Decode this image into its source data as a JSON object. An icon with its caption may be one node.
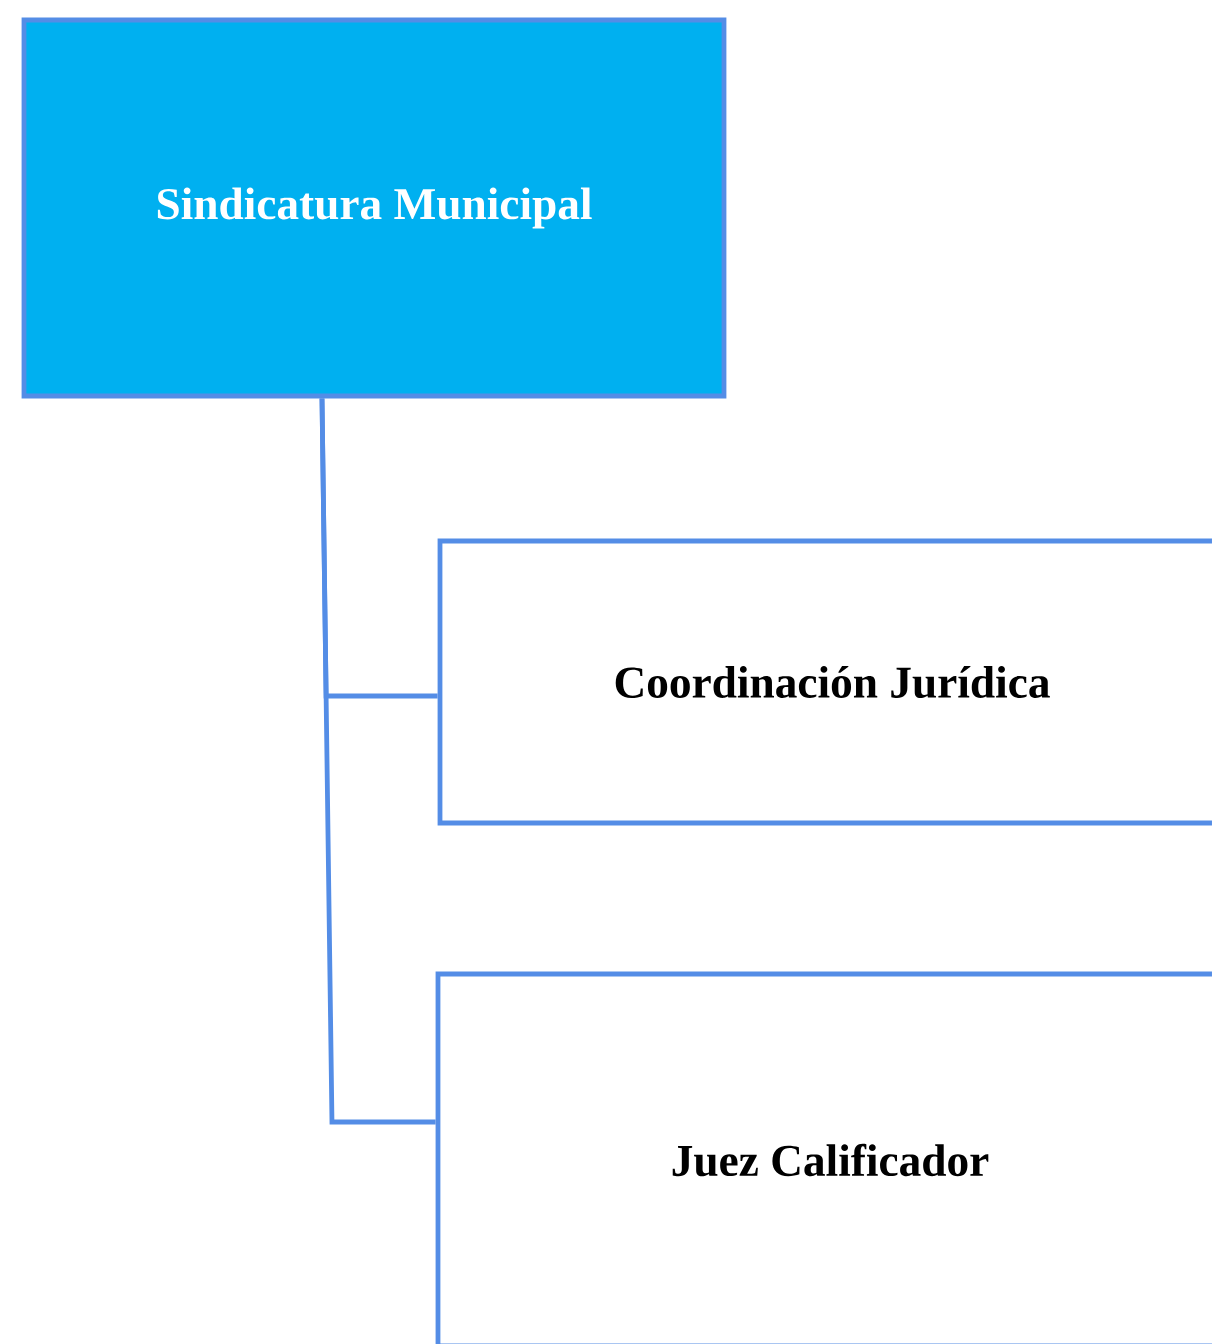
{
  "diagram": {
    "nodes": [
      {
        "text": [
          "Sindicatura Municipal"
        ]
      },
      {
        "text": [
          "Coordinación Jurídica"
        ]
      },
      {
        "text": [
          "Juez Calificador"
        ]
      }
    ],
    "edges": [
      {
        "from": 0,
        "to": 1,
        "arrow": "none"
      },
      {
        "from": 0,
        "to": 2,
        "arrow": "none"
      }
    ]
  }
}
